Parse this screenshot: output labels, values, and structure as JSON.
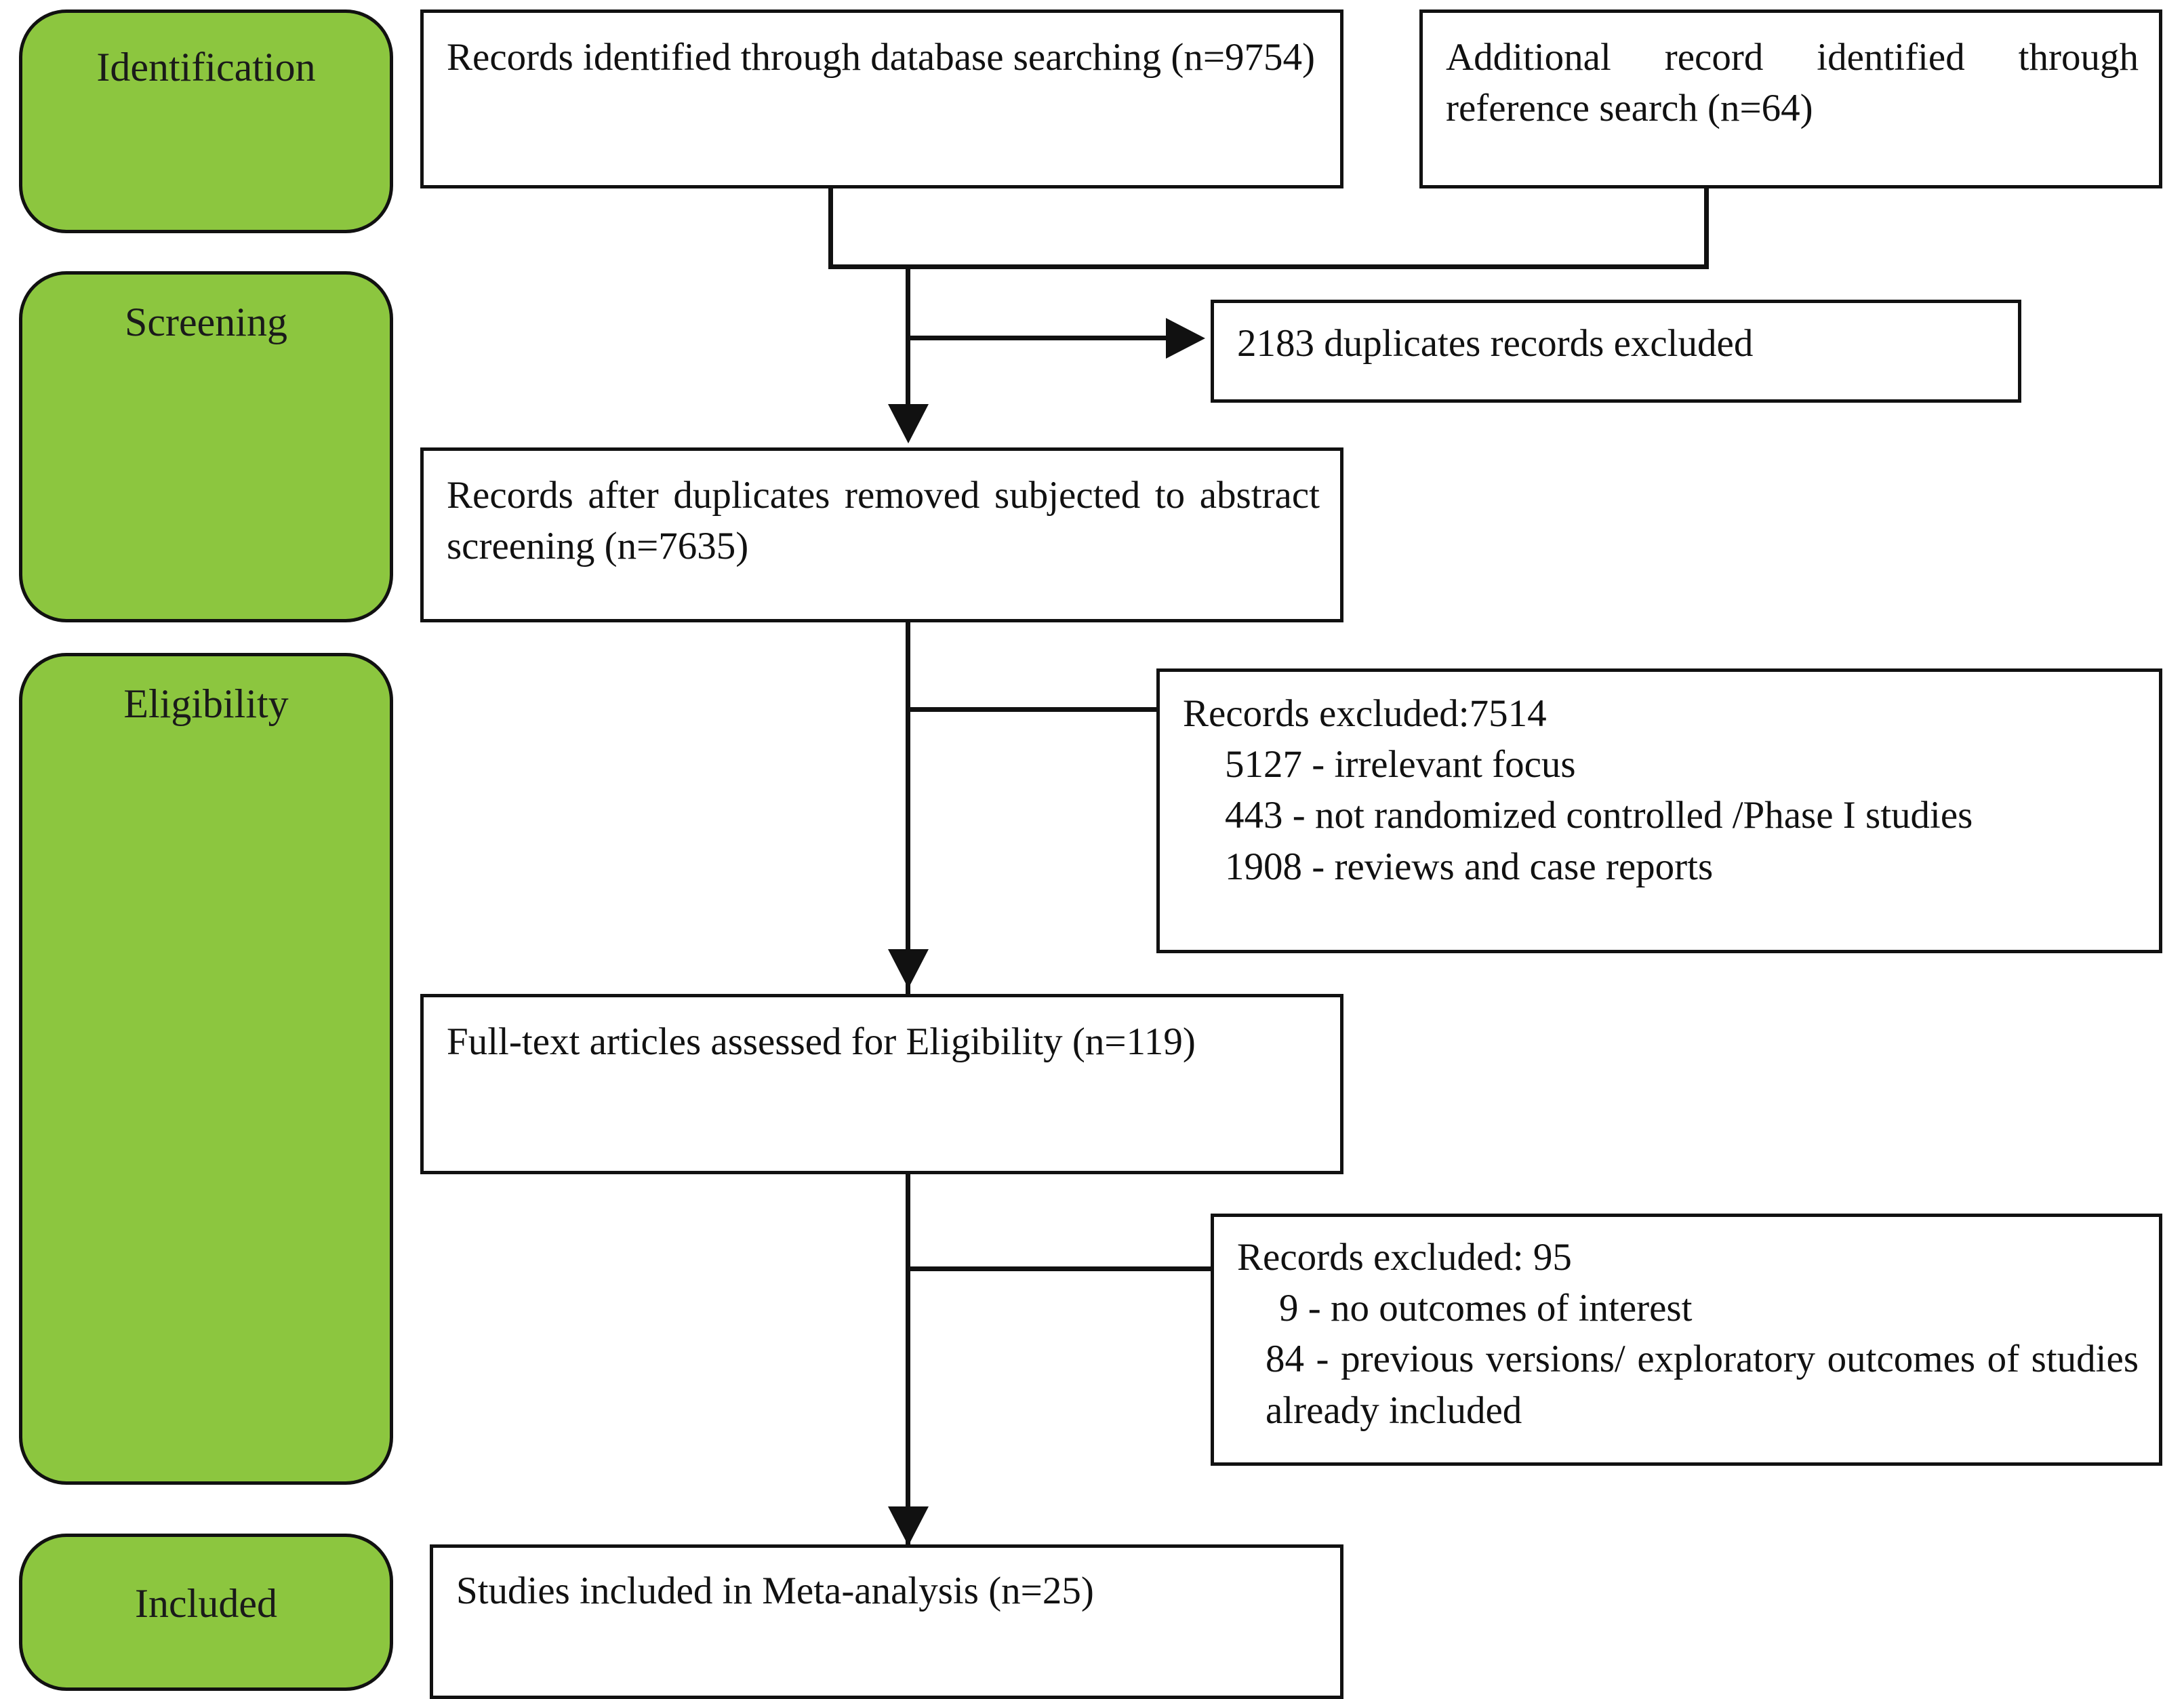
{
  "diagram": {
    "title": "PRISMA study selection flow diagram",
    "accent_color": "#8CC63F",
    "line_color": "#111111",
    "background_color": "#FFFFFF"
  },
  "stages": [
    {
      "id": "identification",
      "label": "Identification"
    },
    {
      "id": "screening",
      "label": "Screening"
    },
    {
      "id": "eligibility",
      "label": "Eligibility"
    },
    {
      "id": "included",
      "label": "Included"
    }
  ],
  "boxes": {
    "database_records": {
      "text": "Records identified through database searching (n=9754)",
      "count": 9754
    },
    "reference_records": {
      "text": "Additional record identified through reference search (n=64)",
      "count": 64
    },
    "duplicates_excluded": {
      "text": "2183 duplicates records excluded",
      "count": 2183
    },
    "after_duplicates": {
      "text": "Records after duplicates removed subjected to abstract screening (n=7635)",
      "count": 7635
    },
    "excluded_abstract": {
      "heading": "Records excluded:7514",
      "count": 7514,
      "reasons": [
        "5127 - irrelevant focus",
        "443 - not randomized controlled /Phase I studies",
        "1908 - reviews and case reports"
      ]
    },
    "fulltext_assessed": {
      "text": "Full-text articles assessed for Eligibility (n=119)",
      "count": 119
    },
    "excluded_fulltext": {
      "heading": "Records excluded: 95",
      "count": 95,
      "reasons": [
        "9 - no outcomes of interest",
        "84 - previous versions/ exploratory outcomes of studies already included"
      ]
    },
    "included_studies": {
      "text": "Studies included in Meta-analysis (n=25)",
      "count": 25
    }
  },
  "chart_data": {
    "type": "diagram",
    "title": "PRISMA flow of study selection",
    "nodes": [
      {
        "id": "database_records",
        "stage": "Identification",
        "label": "Records identified through database searching",
        "n": 9754
      },
      {
        "id": "reference_records",
        "stage": "Identification",
        "label": "Additional record identified through reference search",
        "n": 64
      },
      {
        "id": "duplicates_excluded",
        "stage": "Screening",
        "label": "duplicates records excluded",
        "n": 2183
      },
      {
        "id": "after_duplicates",
        "stage": "Screening",
        "label": "Records after duplicates removed subjected to abstract screening",
        "n": 7635
      },
      {
        "id": "excluded_abstract",
        "stage": "Eligibility",
        "label": "Records excluded",
        "n": 7514
      },
      {
        "id": "fulltext_assessed",
        "stage": "Eligibility",
        "label": "Full-text articles assessed for Eligibility",
        "n": 119
      },
      {
        "id": "excluded_fulltext",
        "stage": "Eligibility",
        "label": "Records excluded",
        "n": 95
      },
      {
        "id": "included_studies",
        "stage": "Included",
        "label": "Studies included in Meta-analysis",
        "n": 25
      }
    ],
    "edges": [
      {
        "from": "database_records",
        "to": "after_duplicates"
      },
      {
        "from": "reference_records",
        "to": "after_duplicates"
      },
      {
        "from": "after_duplicates",
        "to": "duplicates_excluded"
      },
      {
        "from": "after_duplicates",
        "to": "fulltext_assessed"
      },
      {
        "from": "after_duplicates",
        "to": "excluded_abstract"
      },
      {
        "from": "fulltext_assessed",
        "to": "included_studies"
      },
      {
        "from": "fulltext_assessed",
        "to": "excluded_fulltext"
      }
    ]
  }
}
